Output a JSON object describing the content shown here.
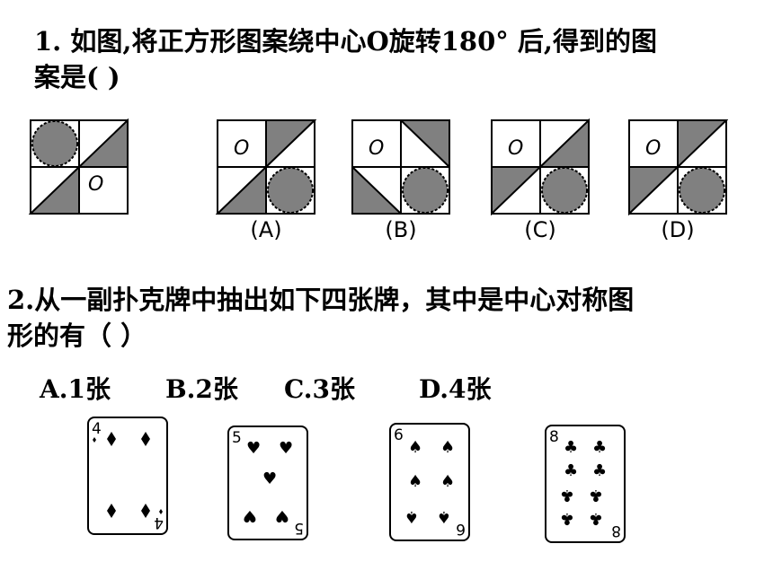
{
  "question1": {
    "line1": "1. 如图,将正方形图案绕中心O旋转180° 后,得到的图",
    "line2": "案是(        )",
    "origin_label": "O",
    "option_labels": [
      "(A)",
      "(B)",
      "(C)",
      "(D)"
    ]
  },
  "question2": {
    "line1": "2.从一副扑克牌中抽出如下四张牌，其中是中心对称图",
    "line2": "形的有（    ）",
    "choices": [
      "A.1张",
      "B.2张",
      "C.3张",
      "D.4张"
    ],
    "cards": [
      {
        "rank": "4",
        "suit": "diamond-icon"
      },
      {
        "rank": "5",
        "suit": "heart-icon"
      },
      {
        "rank": "6",
        "suit": "spade-icon"
      },
      {
        "rank": "8",
        "suit": "club-icon"
      }
    ]
  }
}
